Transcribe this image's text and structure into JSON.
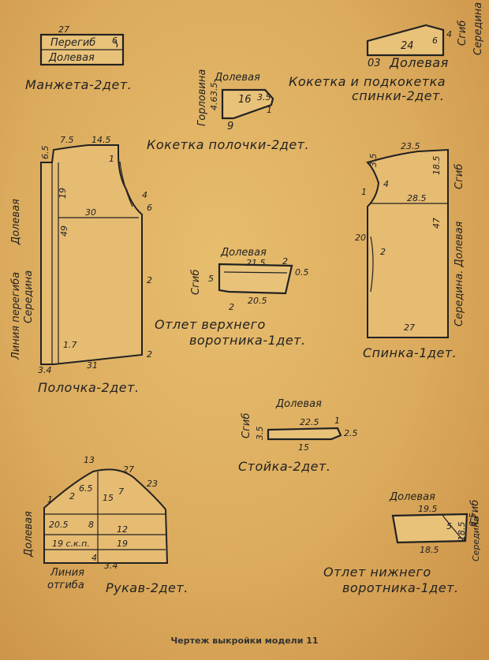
{
  "footer": "Чертеж выкройки модели 11",
  "manzheta": {
    "caption": "Манжета-2дет.",
    "top": "Перегиб",
    "bottom": "Долевая",
    "w": "27",
    "h": "6"
  },
  "koketka_spinki": {
    "caption1": "Кокетка и подкокетка",
    "caption2": "спинки-2дет.",
    "side1": "Сгиб",
    "side2": "Середина",
    "bottom": "03",
    "grain": "Долевая",
    "w": "24",
    "h1": "6",
    "h2": "4"
  },
  "koketka_polochki": {
    "caption": "Кокетка полочки-2дет.",
    "grain": "Долевая",
    "side": "Горловина",
    "n1": "4.6",
    "n2": "3.5",
    "w": "16",
    "h": "3.5",
    "bottom": "9",
    "r": "1"
  },
  "polochka": {
    "caption": "Полочка-2дет.",
    "side1": "Линия перегиба",
    "side2": "Долевая",
    "side3": "Середина",
    "shoulder": "7.5",
    "width": "14.5",
    "neck": "6.5",
    "n1": "1",
    "n2": "4",
    "n3": "6",
    "chest": "30",
    "v19": "19",
    "v49": "49",
    "r2": "2",
    "l17": "1.7",
    "b34": "3.4",
    "b31": "31",
    "b2": "2"
  },
  "spinka": {
    "caption": "Спинка-1дет.",
    "side1": "Сгиб",
    "side2": "Середина. Долевая",
    "top": "23.5",
    "n35": "3.5",
    "n18": "18.5",
    "c1": "1",
    "c4": "4",
    "chest": "28.5",
    "v47": "47",
    "v20": "20",
    "v2": "2",
    "bottom": "27"
  },
  "verh_vorotnik": {
    "caption1": "Отлет верхнего",
    "caption2": "воротника-1дет.",
    "grain": "Долевая",
    "side": "Сгиб",
    "h": "5",
    "top": "21.5",
    "t2": "2",
    "r05": "0.5",
    "bottom": "20.5",
    "b2": "2"
  },
  "stoika": {
    "caption": "Стойка-2дет.",
    "grain": "Долевая",
    "side": "Сгиб",
    "h": "3.5",
    "top": "22.5",
    "t1": "1",
    "r": "2.5",
    "bottom": "15"
  },
  "rukav": {
    "caption": "Рукав-2дет.",
    "grain": "Долевая",
    "note1": "Линия",
    "note2": "отгиба",
    "top": "13",
    "l27": "27",
    "l23": "23",
    "n1": "1",
    "n2": "2",
    "n65": "6.5",
    "n15": "15",
    "n7": "7",
    "m205": "20.5",
    "m8": "8",
    "m12": "12",
    "b19a": "19 с.к.п.",
    "b19b": "19",
    "b4": "4",
    "b34": "3.4"
  },
  "nizh_vorotnik": {
    "caption1": "Отлет нижнего",
    "caption2": "воротника-1дет.",
    "grain": "Долевая",
    "side": "Сгиб",
    "side2": "Середина",
    "top": "19.5",
    "h": "5",
    "r18": "18.5",
    "r65": "6.5",
    "bottom": "18.5"
  }
}
